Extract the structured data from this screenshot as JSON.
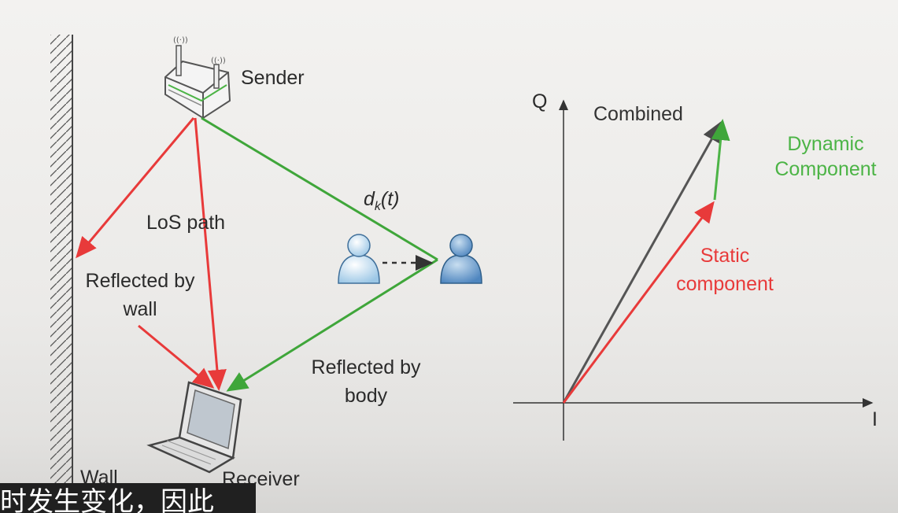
{
  "diagram": {
    "sender_label": "Sender",
    "receiver_label": "Receiver",
    "wall_label": "Wall",
    "los_label": "LoS path",
    "wall_reflect_label_1": "Reflected by",
    "wall_reflect_label_2": "wall",
    "body_reflect_label_1": "Reflected by",
    "body_reflect_label_2": "body",
    "dk_label_d": "d",
    "dk_label_k": "k",
    "dk_label_t": "(t)"
  },
  "phasor": {
    "q_label": "Q",
    "i_label": "I",
    "combined_label": "Combined",
    "dynamic_label_1": "Dynamic",
    "dynamic_label_2": "Component",
    "static_label_1": "Static",
    "static_label_2": "component"
  },
  "subtitle": {
    "text": "时发生变化，因此"
  },
  "colors": {
    "los": "#e83a3a",
    "body_path": "#3fa63a",
    "combined": "#555555",
    "dynamic": "#4cb446",
    "static": "#e83a3a"
  }
}
